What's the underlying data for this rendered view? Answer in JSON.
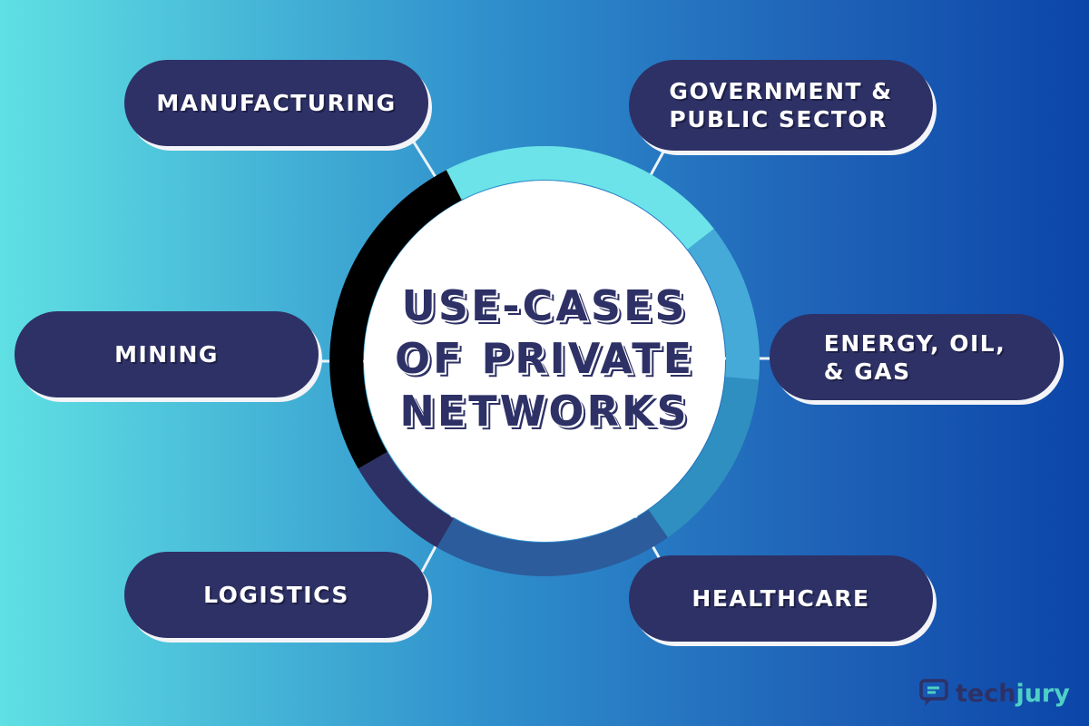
{
  "diagram": {
    "center_title": "USE-CASES\nOF PRIVATE\nNETWORKS",
    "items": [
      {
        "id": "manufacturing",
        "label": "MANUFACTURING"
      },
      {
        "id": "government",
        "label": "GOVERNMENT &\nPUBLIC SECTOR"
      },
      {
        "id": "mining",
        "label": "MINING"
      },
      {
        "id": "energy",
        "label": "ENERGY, OIL,\n& GAS"
      },
      {
        "id": "logistics",
        "label": "LOGISTICS"
      },
      {
        "id": "healthcare",
        "label": "HEALTHCARE"
      }
    ]
  },
  "logo": {
    "part1": "tech",
    "part2": "jury"
  },
  "colors": {
    "pill": "#2e3166",
    "ring_black": "#000000",
    "ring_light": "#6be3e8",
    "ring_mid": "#45aad8",
    "ring_teal": "#2f8fc0",
    "ring_blue": "#2c5c9c",
    "ring_navy": "#2e3166",
    "brand_accent": "#4fd0c6"
  }
}
